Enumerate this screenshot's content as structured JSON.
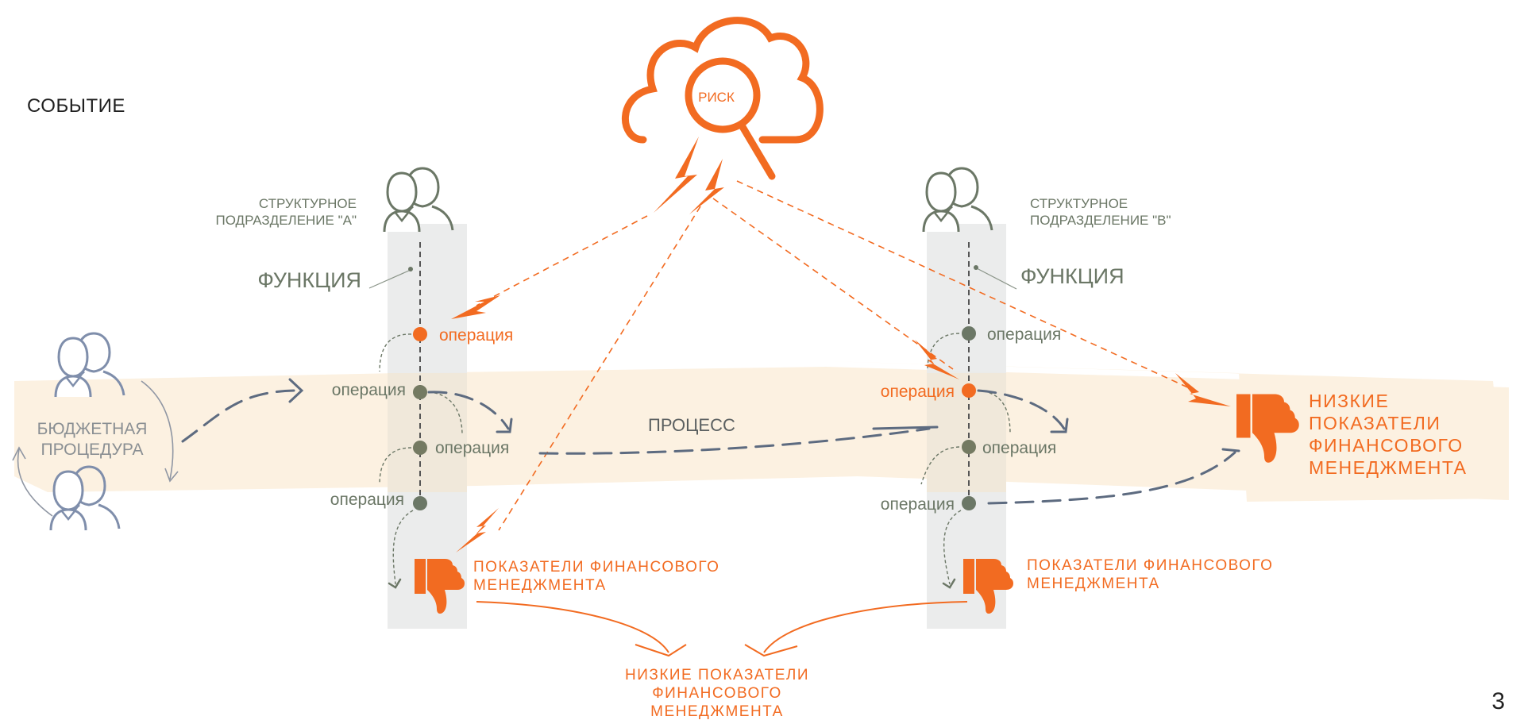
{
  "event_title": "СОБЫТИЕ",
  "risk_label": "РИСК",
  "process_label": "ПРОЦЕСС",
  "budget_procedure": [
    "БЮДЖЕТНАЯ",
    "ПРОЦЕДУРА"
  ],
  "unit_a": {
    "lines": [
      "СТРУКТУРНОЕ",
      "ПОДРАЗДЕЛЕНИЕ \"А\""
    ],
    "function_label": "ФУНКЦИЯ"
  },
  "unit_b": {
    "lines": [
      "СТРУКТУРНОЕ",
      "ПОДРАЗДЕЛЕНИЕ \"В\""
    ],
    "function_label": "ФУНКЦИЯ"
  },
  "operation_label": "операция",
  "fin_indicators": [
    "ПОКАЗАТЕЛИ ФИНАНСОВОГО",
    "МЕНЕДЖМЕНТА"
  ],
  "low_indicators_right": [
    "НИЗКИЕ",
    "ПОКАЗАТЕЛИ",
    "ФИНАНСОВОГО",
    "МЕНЕДЖМЕНТА"
  ],
  "low_indicators_bottom": [
    "НИЗКИЕ ПОКАЗАТЕЛИ",
    "ФИНАНСОВОГО",
    "МЕНЕДЖМЕНТА"
  ],
  "page_number": "3",
  "colors": {
    "accent": "#f26b21",
    "gray": "#6b7766",
    "band": "#fcf1e1",
    "column": "#e9eaea",
    "dash": "#5d6b80"
  }
}
